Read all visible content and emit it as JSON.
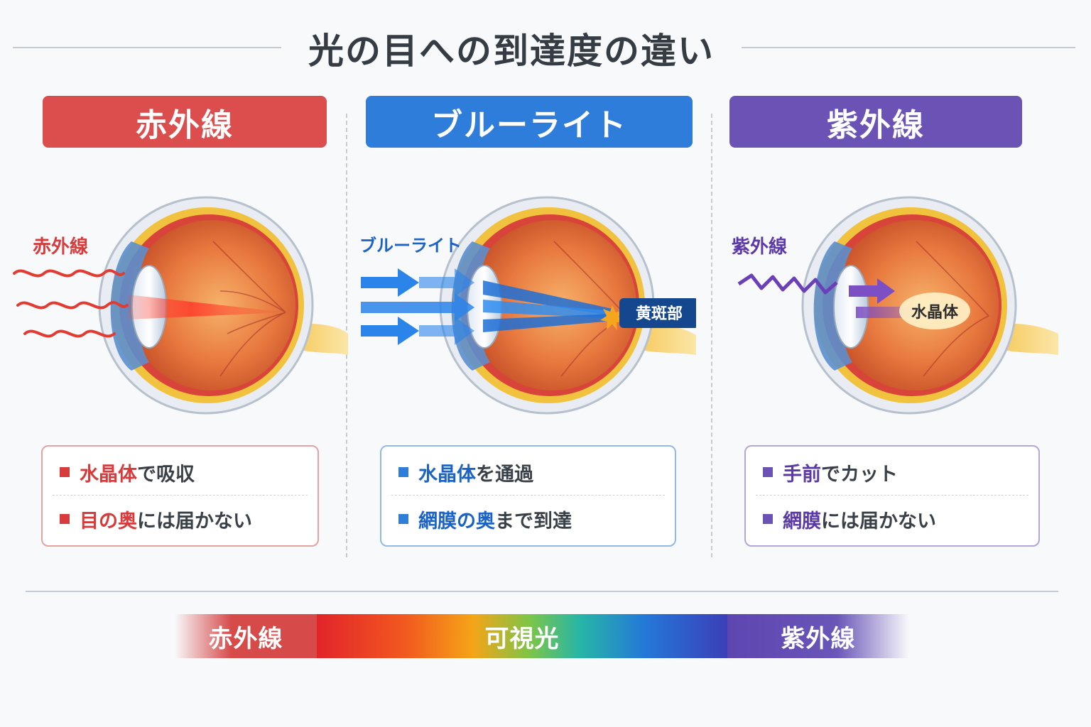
{
  "title": "光の目への到達度の違い",
  "columns": [
    {
      "id": "infrared",
      "header": "赤外線",
      "color": "#dc4e4e",
      "ray_label": "赤外線",
      "items": [
        {
          "highlight": "水晶体",
          "rest": "で吸収"
        },
        {
          "highlight": "目の奥",
          "rest": "には届かない"
        }
      ]
    },
    {
      "id": "bluelight",
      "header": "ブルーライト",
      "color": "#2f7ddb",
      "ray_label": "ブルーライト",
      "callout": "黄斑部",
      "items": [
        {
          "highlight": "水晶体",
          "rest": "を通過"
        },
        {
          "highlight": "網膜の奥",
          "rest": "まで到達"
        }
      ]
    },
    {
      "id": "ultraviolet",
      "header": "紫外線",
      "color": "#6b52b5",
      "ray_label": "紫外線",
      "callout": "水晶体",
      "items": [
        {
          "highlight": "手前",
          "rest": "でカット"
        },
        {
          "highlight": "網膜",
          "rest": "には届かない"
        }
      ]
    }
  ],
  "spectrum": {
    "infrared": "赤外線",
    "visible": "可視光",
    "ultraviolet": "紫外線"
  }
}
